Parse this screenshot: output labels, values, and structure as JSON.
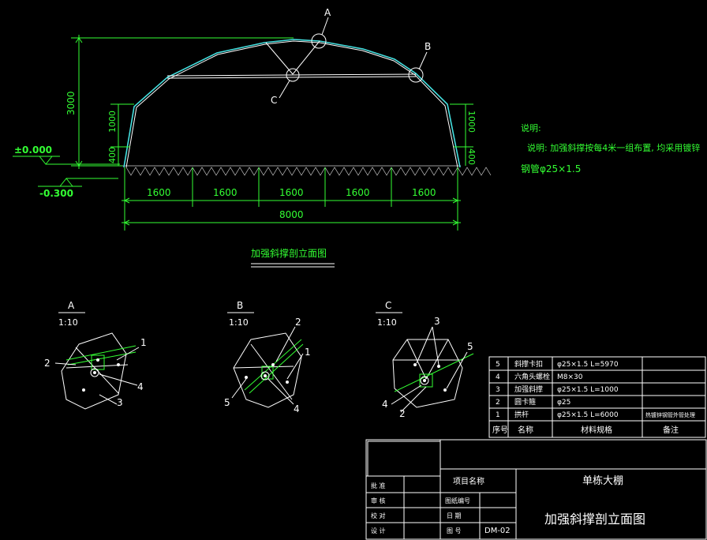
{
  "elevation": {
    "labels": {
      "A": "A",
      "B": "B",
      "C": "C"
    },
    "height_total": "3000",
    "side_upper": "1000",
    "side_lower": "400",
    "level_ground": "±0.000",
    "level_base": "-0.300",
    "spans": [
      "1600",
      "1600",
      "1600",
      "1600",
      "1600"
    ],
    "total_span": "8000",
    "caption": "加强斜撑剖立面图"
  },
  "notes": {
    "heading": "说明:",
    "line1": "说明: 加强斜撑按每4米一组布置, 均采用镀锌",
    "line2": "钢管φ25×1.5"
  },
  "details": [
    {
      "letter": "A",
      "scale": "1:10",
      "callouts": [
        "1",
        "2",
        "3",
        "4"
      ]
    },
    {
      "letter": "B",
      "scale": "1:10",
      "callouts": [
        "1",
        "2",
        "4",
        "5"
      ]
    },
    {
      "letter": "C",
      "scale": "1:10",
      "callouts": [
        "2",
        "3",
        "4",
        "5"
      ]
    }
  ],
  "bom": {
    "rows": [
      {
        "no": "5",
        "name": "斜撑卡扣",
        "spec": "φ25×1.5 L=5970",
        "remark": ""
      },
      {
        "no": "4",
        "name": "六角头螺栓",
        "spec": "M8×30",
        "remark": ""
      },
      {
        "no": "3",
        "name": "加强斜撑",
        "spec": "φ25×1.5 L=1000",
        "remark": ""
      },
      {
        "no": "2",
        "name": "圆卡箍",
        "spec": "φ25",
        "remark": ""
      },
      {
        "no": "1",
        "name": "拱杆",
        "spec": "φ25×1.5 L=6000",
        "remark": "热镀锌钢管外管处理"
      }
    ],
    "header": {
      "no": "序号",
      "name": "名称",
      "spec": "材料规格",
      "remark": "备注"
    }
  },
  "title_block": {
    "project_label": "项目名称",
    "project_value": "单栋大棚",
    "drawing_title": "加强斜撑剖立面图",
    "row_labels": [
      "批 准",
      "审 核",
      "校 对",
      "设 计"
    ],
    "mid_labels": [
      "图纸编号",
      "日 期",
      "图 号"
    ],
    "drawing_no": "DM-02"
  },
  "colors": {
    "line": "#ffffff",
    "dim": "#33ff33",
    "arch": "#44e0e0",
    "bg": "#000000"
  }
}
